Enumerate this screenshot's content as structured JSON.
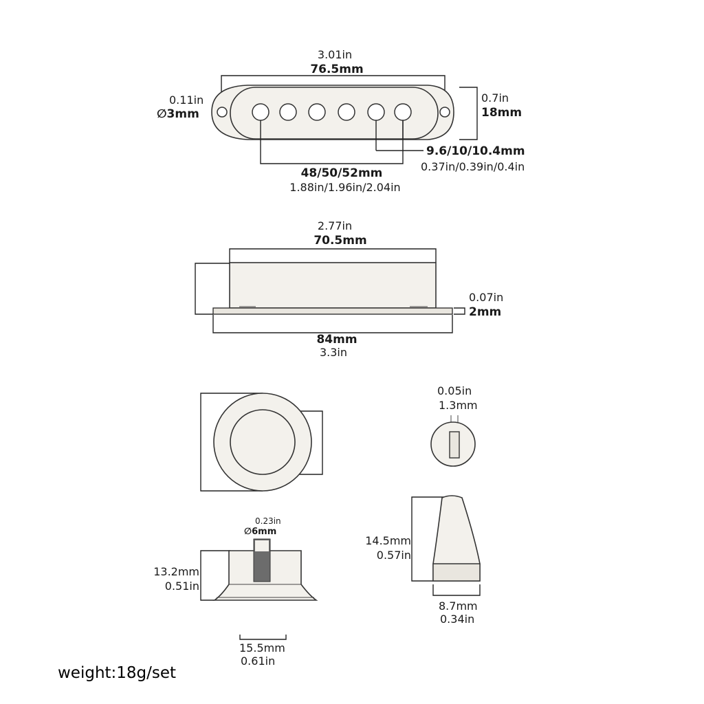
{
  "pickup_top": {
    "length_in": "3.01in",
    "length_mm": "76.5mm",
    "hole_in": "0.11in",
    "hole_mm": "∅3mm",
    "height_in": "0.7in",
    "height_mm": "18mm",
    "pole_gap_mm": "9.6/10/10.4mm",
    "pole_gap_in": "0.37in/0.39in/0.4in",
    "pole_span_mm": "48/50/52mm",
    "pole_span_in": "1.88in/1.96in/2.04in"
  },
  "pickup_side": {
    "cover_in": "2.77in",
    "cover_mm": "70.5mm",
    "base_in": "0.07in",
    "base_mm": "2mm",
    "base_len_mm": "84mm",
    "base_len_in": "3.3in"
  },
  "knob_tip": {
    "slot_in": "0.05in",
    "slot_mm": "1.3mm"
  },
  "knob": {
    "shaft_in": "0.23in",
    "shaft_mm": "∅6mm",
    "height_mm": "13.2mm",
    "height_in": "0.51in",
    "width_mm": "15.5mm",
    "width_in": "0.61in"
  },
  "switch_tip": {
    "height_mm": "14.5mm",
    "height_in": "0.57in",
    "width_mm": "8.7mm",
    "width_in": "0.34in"
  },
  "weight": "weight:18g/set"
}
